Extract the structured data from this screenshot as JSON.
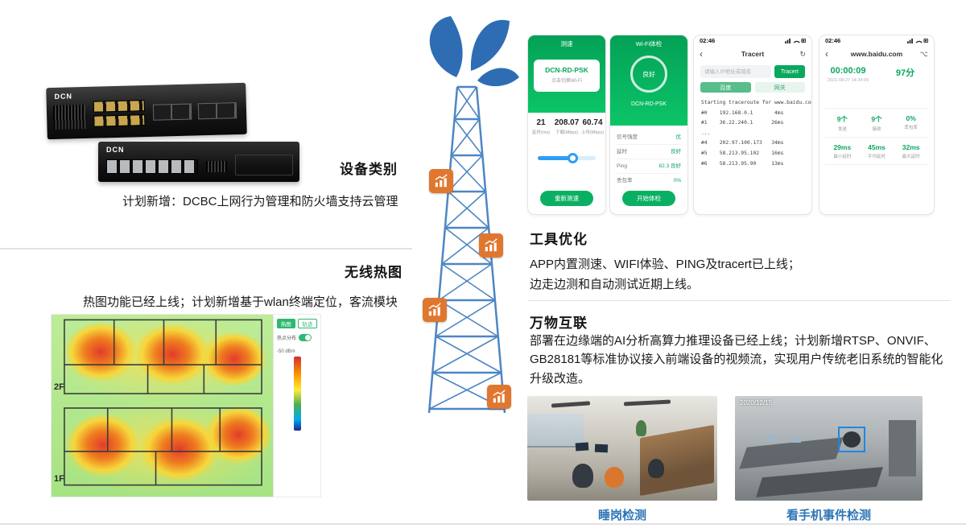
{
  "left": {
    "devices": {
      "title": "设备类别",
      "desc": "计划新增：DCBC上网行为管理和防火墙支持云管理",
      "brand1": "DCN",
      "brand2": "DCN"
    },
    "heatmap": {
      "title": "无线热图",
      "desc": "热图功能已经上线；计划新增基于wlan终端定位，客流模块",
      "floor_upper": "2F",
      "floor_lower": "1F",
      "tab_active": "热图",
      "tab_inactive": "轨迹",
      "toggle_label": "热点分布",
      "scale_label": "-50 dBm"
    }
  },
  "right": {
    "tools": {
      "title": "工具优化",
      "line1": "APP内置测速、WIFI体验、PING及tracert已上线；",
      "line2": "边走边测和自动测试近期上线。"
    },
    "iot": {
      "title": "万物互联",
      "desc": "部署在边缘端的AI分析高算力推理设备已经上线；计划新增RTSP、ONVIF、GB28181等标准协议接入前端设备的视频流，实现用户传统老旧系统的智能化升级改造。",
      "caption_sleep": "睡岗检测",
      "caption_phone": "看手机事件检测",
      "cam2_timestamp": "2020/12/15"
    }
  },
  "phones": {
    "speedtest": {
      "header": "测速",
      "ssid": "DCN-RD-PSK",
      "ssid_hint": "点击切换Wi-Fi",
      "stats": [
        {
          "value": "21",
          "label": "延时(ms)"
        },
        {
          "value": "208.07",
          "label": "下载(Mbps)"
        },
        {
          "value": "60.74",
          "label": "上传(Mbps)"
        }
      ],
      "button": "重新测速"
    },
    "wifi_check": {
      "header": "Wi-Fi体检",
      "gauge": "良好",
      "ssid": "DCN-RD-PSK",
      "rows": [
        {
          "label": "信号强度",
          "value": "优"
        },
        {
          "label": "延时",
          "value": "良好"
        },
        {
          "label": "Ping",
          "value": "82.3 良好"
        },
        {
          "label": "丢包率",
          "value": "0%"
        }
      ],
      "button": "开始体检"
    },
    "tracert": {
      "status_time": "02:46",
      "nav_title": "Tracert",
      "input_placeholder": "请输入IP地址或域名",
      "button": "Tracert",
      "tabs": [
        "百度",
        "网关"
      ],
      "log_header": "Starting traceroute for www.baidu.com",
      "rows": [
        "#0    192.168.0.1       4ms",
        "#1    36.22.240.1      26ms",
        "...",
        "#4    202.97.100.173   34ms",
        "#5    58.213.95.102    16ms",
        "#6    58.213.95.90     13ms"
      ]
    },
    "result": {
      "status_time": "02:46",
      "nav_title": "www.baidu.com",
      "duration": "00:00:09",
      "duration_sub": "2021-08-27 14:34:09",
      "score": "97分",
      "grid": [
        {
          "value": "9个",
          "label": "发送"
        },
        {
          "value": "9个",
          "label": "接收"
        },
        {
          "value": "0%",
          "label": "丢包率"
        },
        {
          "value": "29ms",
          "label": "最小延时"
        },
        {
          "value": "45ms",
          "label": "平均延时"
        },
        {
          "value": "32ms",
          "label": "最大延时"
        }
      ]
    }
  }
}
